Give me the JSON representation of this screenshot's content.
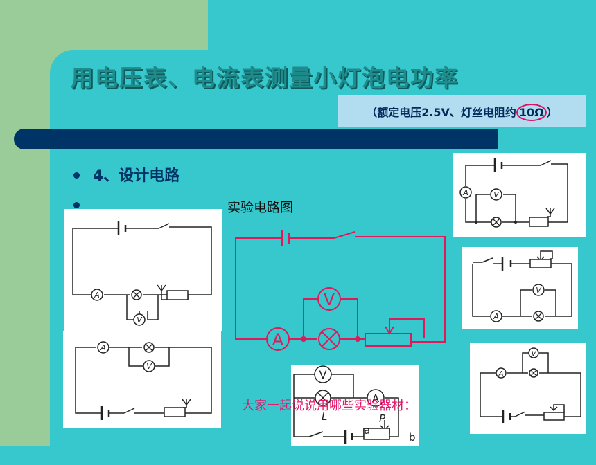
{
  "slide": {
    "title": "用电压表、电流表测量小灯泡电功率",
    "subtitle_before": "（额定电压2.5V、灯丝电阻约",
    "subtitle_circled": "10Ω",
    "subtitle_after": "）",
    "bullet1": "4、设计电路",
    "caption": "实验电路图",
    "overlay_text": "大家一起说说用哪些实验器材："
  },
  "symbols": {
    "ammeter": "A",
    "voltmeter": "V",
    "lamp": "L",
    "rheostat_slider": "P",
    "end_a": "a",
    "end_b": "b"
  },
  "colors": {
    "background": "#36c8cc",
    "corner": "#99cc99",
    "bar": "#003366",
    "title": "#1e8c8c",
    "main_circuit": "#e0195a",
    "overlay_text": "#e2186a"
  }
}
